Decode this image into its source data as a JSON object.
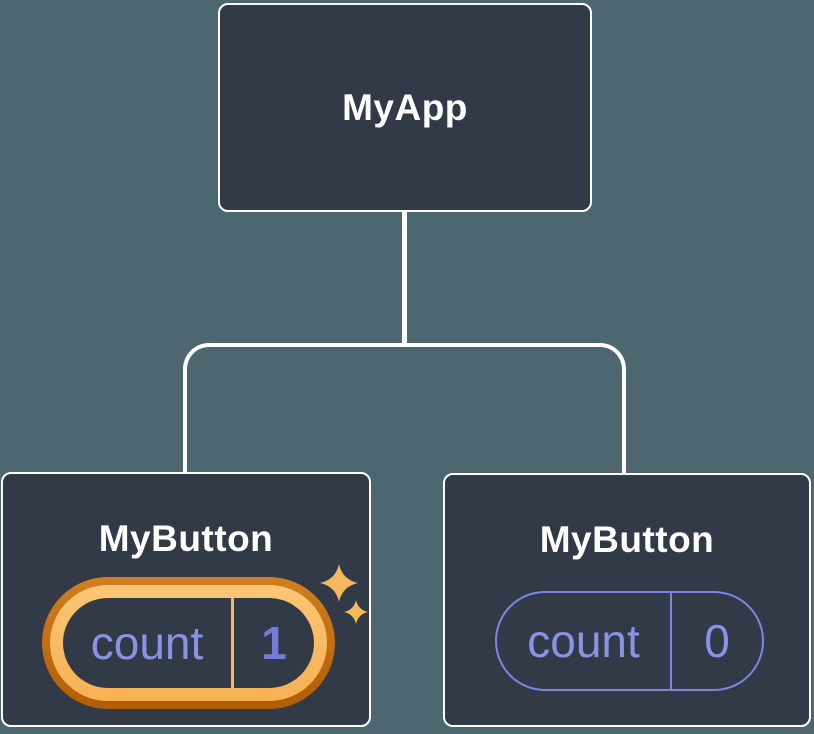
{
  "diagram": {
    "title_hint": "react-component-tree",
    "root": {
      "label": "MyApp"
    },
    "children": [
      {
        "label": "MyButton",
        "state": {
          "name": "count",
          "value": "1"
        },
        "highlighted": true
      },
      {
        "label": "MyButton",
        "state": {
          "name": "count",
          "value": "0"
        },
        "highlighted": false
      }
    ]
  },
  "colors": {
    "background": "#4D6770",
    "node_fill": "#333A47",
    "node_border": "#FFFFFF",
    "connector": "#FFFFFF",
    "state_key_text": "#8A92E4",
    "state_value_highlighted": "#747CDA",
    "idle_pill_border": "#7C85E6",
    "highlight_ring_outer_top": "#D0801F",
    "highlight_ring_outer_bottom": "#B25D05",
    "highlight_ring_inner_top": "#FBC675",
    "highlight_ring_inner_bottom": "#F6B152",
    "highlight_divider": "#F6B75C",
    "sparkle": "#F5B85C"
  },
  "icons": {
    "sparkle": "sparkle-icon"
  }
}
